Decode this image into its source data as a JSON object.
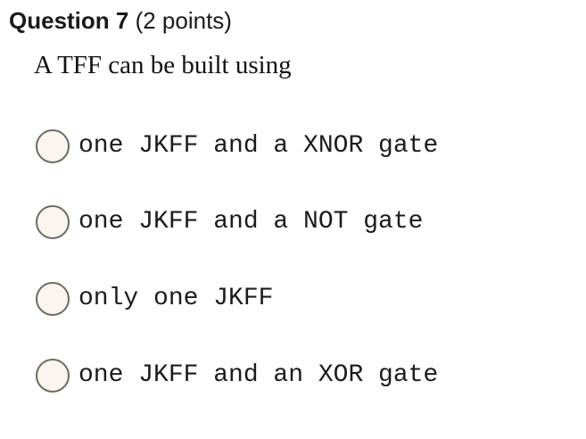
{
  "question": {
    "number_label": "Question 7",
    "points_label": " (2 points)",
    "prompt": "A TFF can be built using"
  },
  "options": [
    {
      "label": "one JKFF and a XNOR gate",
      "selected": false
    },
    {
      "label": "one JKFF and a NOT gate",
      "selected": false
    },
    {
      "label": "only one JKFF",
      "selected": false
    },
    {
      "label": "one JKFF and an XOR gate",
      "selected": false
    }
  ],
  "colors": {
    "background": "#ffffff",
    "heading_text": "#1a1a1a",
    "body_text": "#1c1c1c",
    "radio_fill": "#faf5ee",
    "radio_border": "#6d6a64"
  }
}
